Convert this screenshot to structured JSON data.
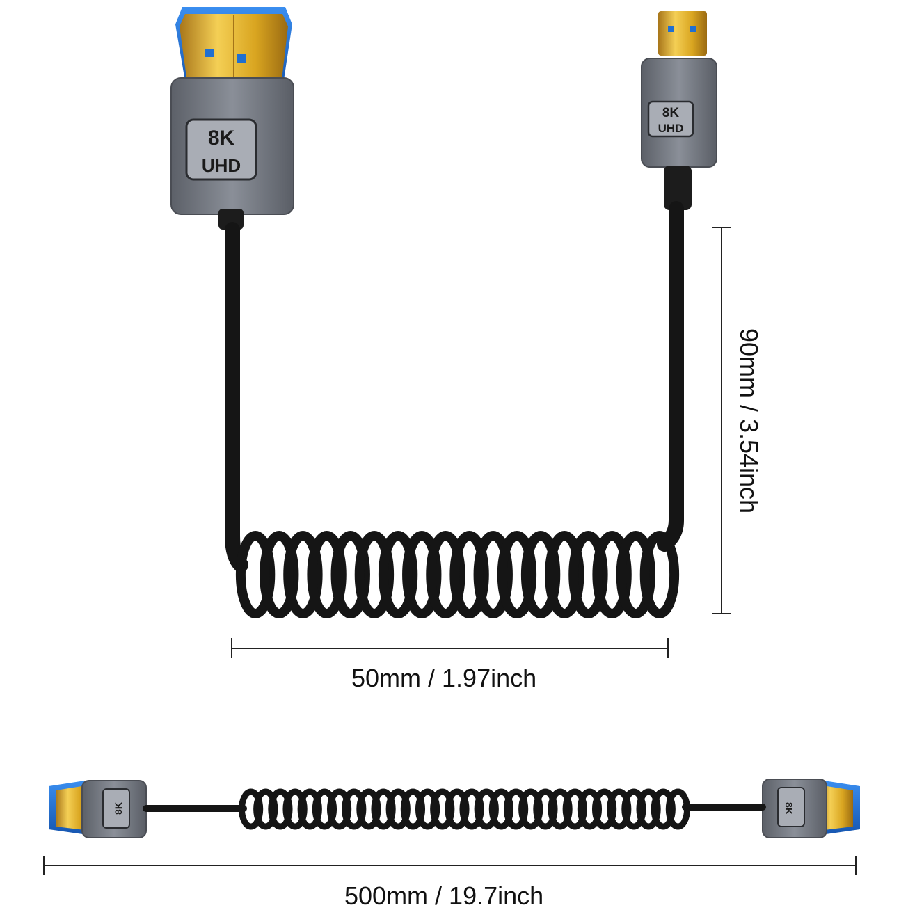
{
  "product": {
    "badge_top": "8K",
    "badge_bottom": "UHD"
  },
  "dimensions": {
    "width_label": "50mm / 1.97inch",
    "height_label": "90mm / 3.54inch",
    "total_length_label": "500mm / 19.7inch"
  },
  "colors": {
    "background": "#ffffff",
    "gold": "#d9a520",
    "port_blue": "#1f6fd1",
    "housing_gray": "#7d828c",
    "cable": "#151515",
    "dimension_line": "#222222"
  }
}
